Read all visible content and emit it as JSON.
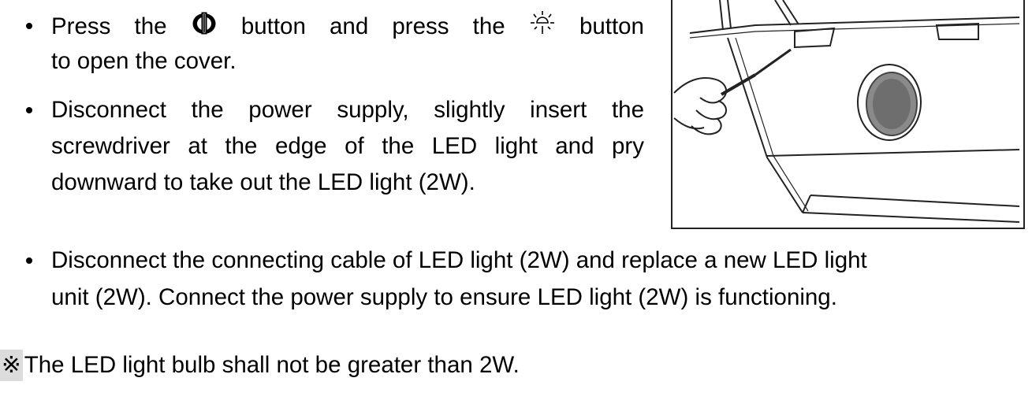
{
  "steps": [
    {
      "line1": {
        "part_a": "Press the",
        "icon_a": "power-button-icon",
        "part_b": "button and press the",
        "icon_b": "light-button-icon",
        "part_c": "button"
      },
      "line2": "to open the cover."
    },
    {
      "lines": [
        "Disconnect the power supply, slightly insert the",
        "screwdriver at the edge of the LED light and pry",
        "downward to take out the LED light (2W)."
      ]
    },
    {
      "lines": [
        "Disconnect the connecting cable of LED light (2W) and replace a new LED light",
        "unit (2W). Connect the power supply to ensure LED light (2W) is functioning."
      ]
    }
  ],
  "note": {
    "mark": "※",
    "text": "The LED light bulb shall not be greater than 2W."
  },
  "figure": {
    "icon": "led-light-replacement-illustration"
  }
}
